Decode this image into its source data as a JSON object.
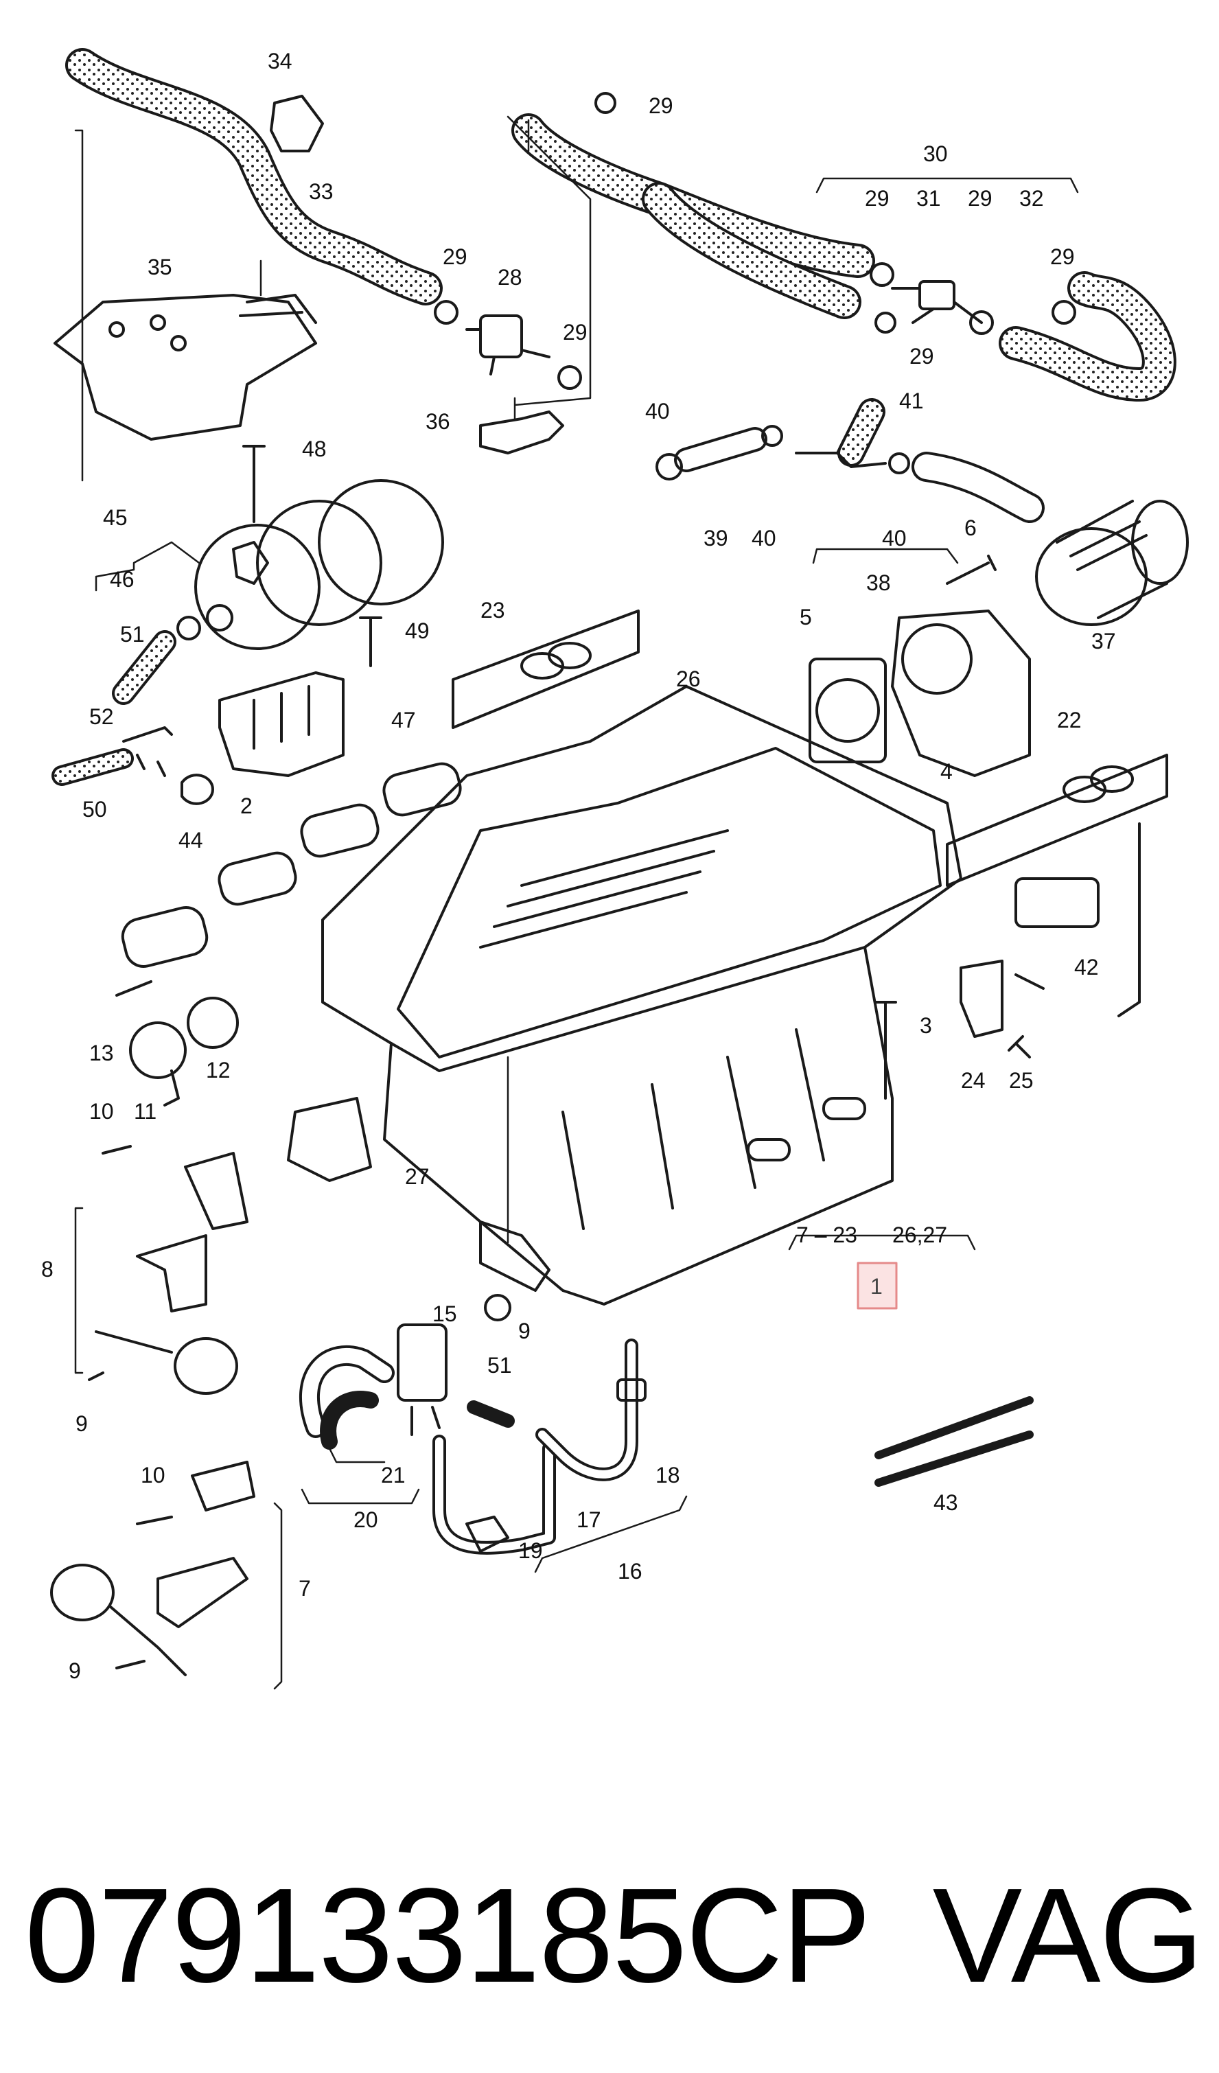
{
  "diagram": {
    "highlight_color": "#e58a8a",
    "line_color": "#1a1a1a",
    "callouts": [
      {
        "id": "34",
        "label": "34"
      },
      {
        "id": "33",
        "label": "33"
      },
      {
        "id": "35",
        "label": "35"
      },
      {
        "id": "29a",
        "label": "29"
      },
      {
        "id": "28",
        "label": "28"
      },
      {
        "id": "29b",
        "label": "29"
      },
      {
        "id": "36",
        "label": "36"
      },
      {
        "id": "29c",
        "label": "29"
      },
      {
        "id": "30",
        "label": "30"
      },
      {
        "id": "29d",
        "label": "29"
      },
      {
        "id": "31",
        "label": "31"
      },
      {
        "id": "29e",
        "label": "29"
      },
      {
        "id": "32",
        "label": "32"
      },
      {
        "id": "29f",
        "label": "29"
      },
      {
        "id": "29g",
        "label": "29"
      },
      {
        "id": "41",
        "label": "41"
      },
      {
        "id": "40a",
        "label": "40"
      },
      {
        "id": "39",
        "label": "39"
      },
      {
        "id": "40b",
        "label": "40"
      },
      {
        "id": "40c",
        "label": "40"
      },
      {
        "id": "38",
        "label": "38"
      },
      {
        "id": "6",
        "label": "6"
      },
      {
        "id": "37",
        "label": "37"
      },
      {
        "id": "48",
        "label": "48"
      },
      {
        "id": "45",
        "label": "45"
      },
      {
        "id": "46",
        "label": "46"
      },
      {
        "id": "49",
        "label": "49"
      },
      {
        "id": "23",
        "label": "23"
      },
      {
        "id": "51a",
        "label": "51"
      },
      {
        "id": "47",
        "label": "47"
      },
      {
        "id": "52",
        "label": "52"
      },
      {
        "id": "26",
        "label": "26"
      },
      {
        "id": "5",
        "label": "5"
      },
      {
        "id": "4",
        "label": "4"
      },
      {
        "id": "22",
        "label": "22"
      },
      {
        "id": "50",
        "label": "50"
      },
      {
        "id": "44",
        "label": "44"
      },
      {
        "id": "2",
        "label": "2"
      },
      {
        "id": "42",
        "label": "42"
      },
      {
        "id": "13",
        "label": "13"
      },
      {
        "id": "12",
        "label": "12"
      },
      {
        "id": "3",
        "label": "3"
      },
      {
        "id": "24",
        "label": "24"
      },
      {
        "id": "25",
        "label": "25"
      },
      {
        "id": "10a",
        "label": "10"
      },
      {
        "id": "11",
        "label": "11"
      },
      {
        "id": "27",
        "label": "27"
      },
      {
        "id": "7-23",
        "label": "7 – 23"
      },
      {
        "id": "26-27",
        "label": "26,27"
      },
      {
        "id": "1",
        "label": "1"
      },
      {
        "id": "8",
        "label": "8"
      },
      {
        "id": "9a",
        "label": "9"
      },
      {
        "id": "15",
        "label": "15"
      },
      {
        "id": "51b",
        "label": "51"
      },
      {
        "id": "9b",
        "label": "9"
      },
      {
        "id": "21",
        "label": "21"
      },
      {
        "id": "18",
        "label": "18"
      },
      {
        "id": "20",
        "label": "20"
      },
      {
        "id": "17",
        "label": "17"
      },
      {
        "id": "10b",
        "label": "10"
      },
      {
        "id": "43",
        "label": "43"
      },
      {
        "id": "19",
        "label": "19"
      },
      {
        "id": "16",
        "label": "16"
      },
      {
        "id": "7",
        "label": "7"
      },
      {
        "id": "9c",
        "label": "9"
      }
    ]
  },
  "footer": {
    "part_number": "079133185CP",
    "brand": "VAG"
  }
}
